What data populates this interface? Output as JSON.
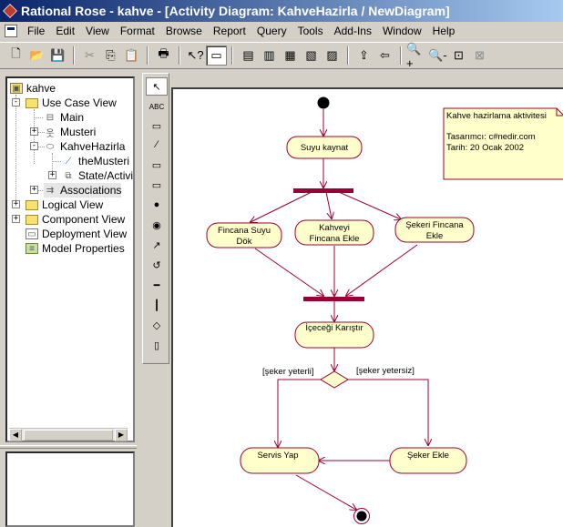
{
  "window": {
    "title": "Rational Rose - kahve - [Activity Diagram: KahveHazirla / NewDiagram]"
  },
  "menu": [
    "File",
    "Edit",
    "View",
    "Format",
    "Browse",
    "Report",
    "Query",
    "Tools",
    "Add-Ins",
    "Window",
    "Help"
  ],
  "toolbar": [
    {
      "name": "new-icon",
      "glyph": "🗋",
      "enabled": true
    },
    {
      "name": "open-icon",
      "glyph": "📂",
      "enabled": true
    },
    {
      "name": "save-icon",
      "glyph": "💾",
      "enabled": true
    },
    {
      "sep": true
    },
    {
      "name": "cut-icon",
      "glyph": "✂",
      "enabled": false
    },
    {
      "name": "copy-icon",
      "glyph": "⎘",
      "enabled": true
    },
    {
      "name": "paste-icon",
      "glyph": "📋",
      "enabled": false
    },
    {
      "sep": true
    },
    {
      "name": "print-icon",
      "glyph": "🖶",
      "enabled": true
    },
    {
      "sep": true
    },
    {
      "name": "context-help-icon",
      "glyph": "↖?",
      "enabled": true
    },
    {
      "name": "view-doc-icon",
      "glyph": "▭",
      "enabled": true,
      "pressed": true
    },
    {
      "sep": true
    },
    {
      "name": "browse-class-icon",
      "glyph": "▤",
      "enabled": true
    },
    {
      "name": "browse-interaction-icon",
      "glyph": "▥",
      "enabled": true
    },
    {
      "name": "browse-component-icon",
      "glyph": "▦",
      "enabled": true
    },
    {
      "name": "browse-deployment-icon",
      "glyph": "▧",
      "enabled": true
    },
    {
      "name": "browse-state-icon",
      "glyph": "▨",
      "enabled": true
    },
    {
      "sep": true
    },
    {
      "name": "browse-parent-icon",
      "glyph": "⇪",
      "enabled": true
    },
    {
      "name": "browse-previous-icon",
      "glyph": "⇦",
      "enabled": true
    },
    {
      "sep": true
    },
    {
      "name": "zoom-in-icon",
      "glyph": "🔍+",
      "enabled": true
    },
    {
      "name": "zoom-out-icon",
      "glyph": "🔍-",
      "enabled": true
    },
    {
      "name": "fit-in-window-icon",
      "glyph": "⊡",
      "enabled": true
    },
    {
      "name": "undo-fit-icon",
      "glyph": "⊠",
      "enabled": false
    }
  ],
  "tree": {
    "root": "kahve",
    "use_case_view": "Use Case View",
    "main": "Main",
    "musteri": "Musteri",
    "kahve_hazirla": "KahveHazirla",
    "the_musteri": "theMusteri",
    "state_activity": "State/Activi",
    "associations": "Associations",
    "logical_view": "Logical View",
    "component_view": "Component View",
    "deployment_view": "Deployment View",
    "model_properties": "Model Properties"
  },
  "palette": [
    "selection-tool",
    "text-box-tool",
    "note-tool",
    "anchor-note-tool",
    "state-tool",
    "activity-tool",
    "start-state-tool",
    "end-state-tool",
    "transition-tool",
    "self-transition-tool",
    "horizontal-sync-tool",
    "vertical-sync-tool",
    "decision-tool",
    "swimlane-tool"
  ],
  "palette_glyphs": [
    "↖",
    "ABC",
    "▭",
    "⁄",
    "▭",
    "▭",
    "●",
    "◉",
    "↗",
    "↺",
    "━",
    "┃",
    "◇",
    "▯"
  ],
  "diagram": {
    "activities": {
      "suyu_kaynat": "Suyu kaynat",
      "fincana_suyu_1": "Fincana Suyu",
      "fincana_suyu_2": "Dök",
      "kahveyi_1": "Kahveyi",
      "kahveyi_2": "Fincana Ekle",
      "seker_fincana_1": "Şekeri Fincana",
      "seker_fincana_2": "Ekle",
      "icecegi_karistir": "İçeceği Karıştır",
      "servis_yap": "Servis Yap",
      "seker_ekle": "Şeker Ekle"
    },
    "guards": {
      "yeterli": "[şeker yeterli]",
      "yetersiz": "[şeker yetersiz]"
    },
    "note": {
      "line1": "Kahve hazirlama aktivitesi",
      "line2": "Tasarımcı: c#nedir.com",
      "line3": "Tarih: 20 Ocak 2002"
    },
    "colors": {
      "activity_fill": "#ffffcc",
      "activity_stroke": "#990033",
      "sync_bar": "#990033",
      "note_fill": "#ffffcc"
    }
  }
}
